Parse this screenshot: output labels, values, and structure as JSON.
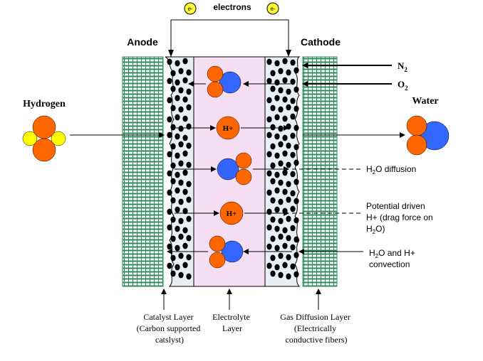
{
  "labels": {
    "electrons": "electrons",
    "electron_symbol": "e-",
    "anode": "Anode",
    "cathode": "Cathode",
    "hydrogen": "Hydrogen",
    "water": "Water",
    "n2_main": "N",
    "n2_sub": "2",
    "o2_main": "O",
    "o2_sub": "2",
    "proton": "H+",
    "h2o_diffusion_pre": "H",
    "h2o_diffusion_sub": "2",
    "h2o_diffusion_post": "O diffusion",
    "potential_line1": "Potential driven",
    "potential_line2": "H+ (drag force on",
    "potential_line3_pre": "H",
    "potential_line3_sub": "2",
    "potential_line3_post": "O)",
    "convection_line1_pre": "H",
    "convection_line1_sub": "2",
    "convection_line1_post": "O and H+",
    "convection_line2": "convection",
    "catalyst_line1": "Catalyst Layer",
    "catalyst_line2": "(Carbon supported",
    "catalyst_line3": "catslyst)",
    "electrolyte_line1": "Electrolyte",
    "electrolyte_line2": "Layer",
    "gdl_line1": "Gas Diffusion Layer",
    "gdl_line2": "(Electrically",
    "gdl_line3": "conductive fibers)"
  },
  "colors": {
    "hydrogen_atom": "#ff6600",
    "hydrogen_small": "#ffff00",
    "oxygen_atom": "#3366ff",
    "proton": "#ff6600",
    "electron": "#ffff33",
    "gdl_fill": "#ffffff",
    "gdl_stroke": "#2e8b57",
    "electrolyte_fill": "#f6def2",
    "catalyst_fill": "#e8eef4",
    "carbon_dot": "#000000"
  }
}
